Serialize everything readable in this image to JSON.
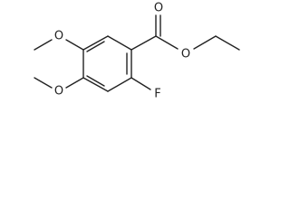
{
  "molecule": {
    "atoms": {
      "carbonyl_oxygen": "O",
      "ester_oxygen": "O",
      "methoxy_oxygen_upper": "O",
      "methoxy_oxygen_lower": "O",
      "fluorine": "F"
    }
  }
}
